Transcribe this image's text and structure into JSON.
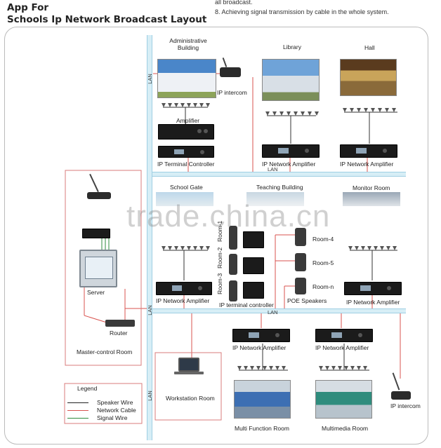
{
  "header": {
    "line1": "App For",
    "line2": "Schools Ip Network Broadcast Layout"
  },
  "notes": {
    "top": "all broadcast.",
    "item8": "8. Achieving signal transmission by cable in the whole system."
  },
  "lan_label": "LAN",
  "rooms": {
    "admin": "Administrative\nBuilding",
    "library": "Library",
    "hall": "Hall",
    "school_gate": "School Gate",
    "teaching": "Teaching Building",
    "monitor": "Monitor Room",
    "master": "Master-control Room",
    "workstation": "Workstation Room",
    "multifunction": "Multi Function Room",
    "multimedia": "Multimedia Room"
  },
  "devices": {
    "ip_intercom": "IP intercom",
    "amplifier": "Amplifier",
    "ip_terminal_controller": "IP Terminal Controller",
    "ip_network_amplifier": "IP Network Amplifier",
    "ip_terminal_controller_lc": "IP terminal controller",
    "server": "Server",
    "router": "Router",
    "poe_speakers": "POE Speakers"
  },
  "rooms_small": {
    "room1": "Room-1",
    "room2": "Room-2",
    "room3": "Room-3",
    "room4": "Room-4",
    "room5": "Room-5",
    "roomn": "Room-n"
  },
  "legend": {
    "title": "Legend",
    "speaker_wire": "Speaker Wire",
    "network_cable": "Network Cable",
    "signal_wire": "Signal Wire",
    "speaker_color": "#222222",
    "network_color": "#d9534f",
    "signal_color": "#2e8b3d"
  },
  "watermark": "trade.china.cn"
}
